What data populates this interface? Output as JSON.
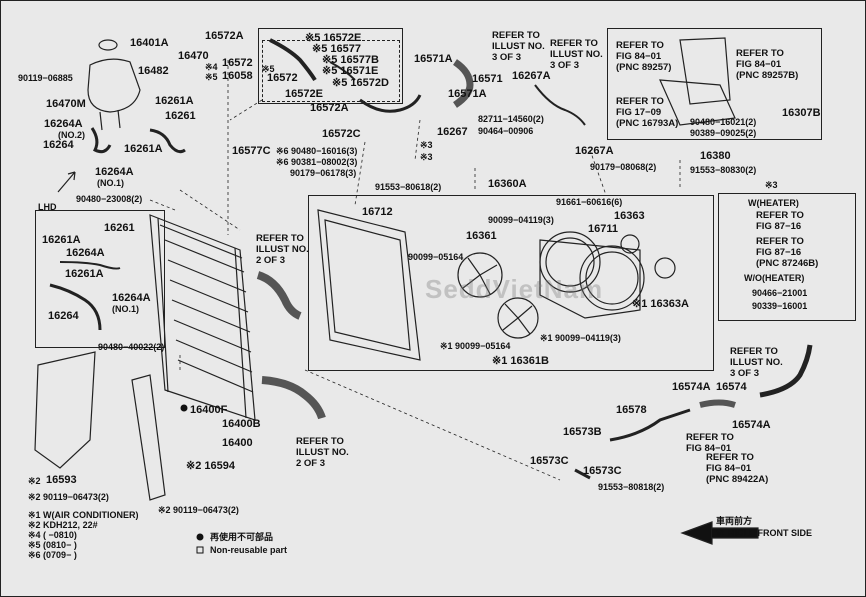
{
  "labels": {
    "l16401A": "16401A",
    "l16470": "16470",
    "l90119_06885": "90119−06885",
    "l16482": "16482",
    "l16470M": "16470M",
    "l16261A_a": "16261A",
    "l16261_a": "16261",
    "l16264A_a": "16264A",
    "l16264A_a_sub": "(NO.2)",
    "l16264_a": "16264",
    "l16261A_b": "16261A",
    "l16264A_b": "16264A",
    "l16264A_b_sub": "(NO.1)",
    "l90480_23008": "90480−23008(2)",
    "l16572A_a": "16572A",
    "l16572_a": "16572",
    "l16058": "16058",
    "s4": "※4",
    "s5": "※5",
    "l16572E_a": "※5 16572E",
    "l16577": "※5 16577",
    "l16577B": "※5 16577B",
    "l16571E": "※5 16571E",
    "l16572D": "※5 16572D",
    "l16572_b": "16572",
    "l16572E_b": "16572E",
    "s5b": "※5",
    "l16572A_b": "16572A",
    "l16572C": "16572C",
    "l16577C": "16577C",
    "l90480_16016": "※6 90480−16016(3)",
    "l90381_08002": "※6 90381−08002(3)",
    "l90179_06178": "90179−06178(3)",
    "l16571A_a": "16571A",
    "l16571": "16571",
    "l16571A_b": "16571A",
    "l82711": "82711−14560(2)",
    "l90464": "90464−00906",
    "l16267": "16267",
    "l16267A_a": "16267A",
    "l16267A_b": "16267A",
    "s3a": "※3",
    "s3b": "※3",
    "l90179_08068": "90179−08068(2)",
    "l16380": "16380",
    "l91553_80830": "91553−80830(2)",
    "l91553_80618": "91553−80618(2)",
    "l16360A": "16360A",
    "l16712": "16712",
    "l91661": "91661−60616(6)",
    "l90099_04119a": "90099−04119(3)",
    "l16711": "16711",
    "l16363": "16363",
    "l90099_05164a": "90099−05164",
    "l16361": "16361",
    "l16363A": "※1 16363A",
    "l90099_05164b": "※1 90099−05164",
    "l90099_04119b": "※1 90099−04119(3)",
    "l16361B": "※1 16361B",
    "l16307B": "16307B",
    "l90480_16021": "90480−16021(2)",
    "l90389_09025": "90389−09025(2)",
    "l16261_lhd": "16261",
    "l16261A_lhd": "16261A",
    "l16264A_lhd": "16264A",
    "l16261A_lhd2": "16261A",
    "l16264_lhd": "16264",
    "l16264A_lhd2": "16264A",
    "l16264A_lhd2_sub": "(NO.1)",
    "lhd": "LHD",
    "l90480_40022": "90480−40022(2)",
    "l16400F": "16400F",
    "l16400B": "16400B",
    "l16400": "16400",
    "l16593": "16593",
    "s2a": "※2",
    "l16594": "※2 16594",
    "l90119_06473a": "※2 90119−06473(2)",
    "l90119_06473b": "※2 90119−06473(2)",
    "l16574A_a": "16574A",
    "l16574": "16574",
    "l16574A_b": "16574A",
    "l16578": "16578",
    "l16573B": "16573B",
    "l16573C_a": "16573C",
    "l16573C_b": "16573C",
    "l91553_80818": "91553−80818(2)",
    "s3c": "※3",
    "heater_w": "W(HEATER)",
    "heater_wo": "W/O(HEATER)",
    "l90466": "90466−21001",
    "l90339": "90339−16001"
  },
  "refs": {
    "r1": "REFER TO\nILLUST NO.\n3 OF 3",
    "r2": "REFER TO\nILLUST NO.\n3 OF 3",
    "r3": "REFER TO\nFIG 84−01\n(PNC 89257)",
    "r4": "REFER TO\nFIG 84−01\n(PNC 89257B)",
    "r5": "REFER TO\nFIG 17−09\n(PNC 16793A)",
    "r6": "REFER TO\nILLUST NO.\n2 OF 3",
    "r7": "REFER TO\nILLUST NO.\n2 OF 3",
    "r8": "REFER TO\nFIG 87−16",
    "r9": "REFER TO\nFIG 87−16\n(PNC 87246B)",
    "r10": "REFER TO\nILLUST NO.\n3 OF 3",
    "r11": "REFER TO\nFIG 84−01",
    "r12": "REFER TO\nFIG 84−01\n(PNC 89422A)"
  },
  "legend": {
    "n1": "※1 W(AIR CONDITIONER)",
    "n2": "※2  KDH212, 22#",
    "n4": "※4  (      −0810)",
    "n5": "※5  (0810−      )",
    "n6": "※6  (0709−      )",
    "reuse_jp": "再使用不可部品",
    "reuse_en": "Non-reusable part",
    "front_jp": "車両前方",
    "front_en": "VEHICLE FRONT SIDE"
  },
  "watermark": "SeddVietNam"
}
